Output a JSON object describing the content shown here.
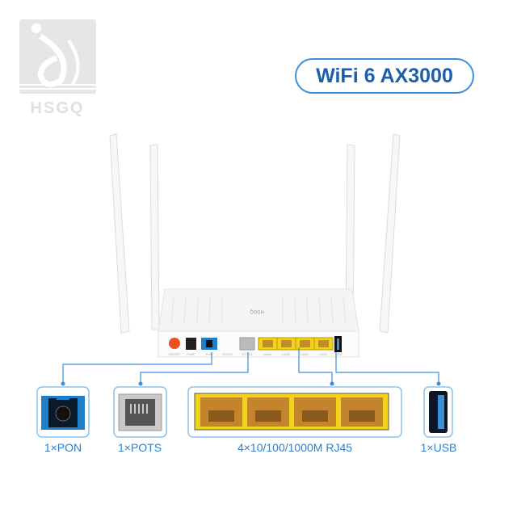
{
  "logo": {
    "text": "HSGQ"
  },
  "badge": {
    "text": "WiFi 6 AX3000"
  },
  "device": {
    "brand_text": "HSGQ",
    "port_labels": [
      "ON/OFF",
      "PWR",
      "PON",
      "POTS2",
      "POTS1",
      "LAN4",
      "LAN3",
      "LAN2",
      "LAN1",
      "USB"
    ]
  },
  "ports": [
    {
      "label": "1×PON"
    },
    {
      "label": "1×POTS"
    },
    {
      "label": "4×10/100/1000M RJ45"
    },
    {
      "label": "1×USB"
    }
  ],
  "colors": {
    "accent": "#3d8fd9",
    "label_text": "#2f7fc9",
    "badge_text": "#1b5fae",
    "lan_yellow": "#f2d31b",
    "pon_blue": "#1f7fc8",
    "power_button": "#e8501e"
  }
}
